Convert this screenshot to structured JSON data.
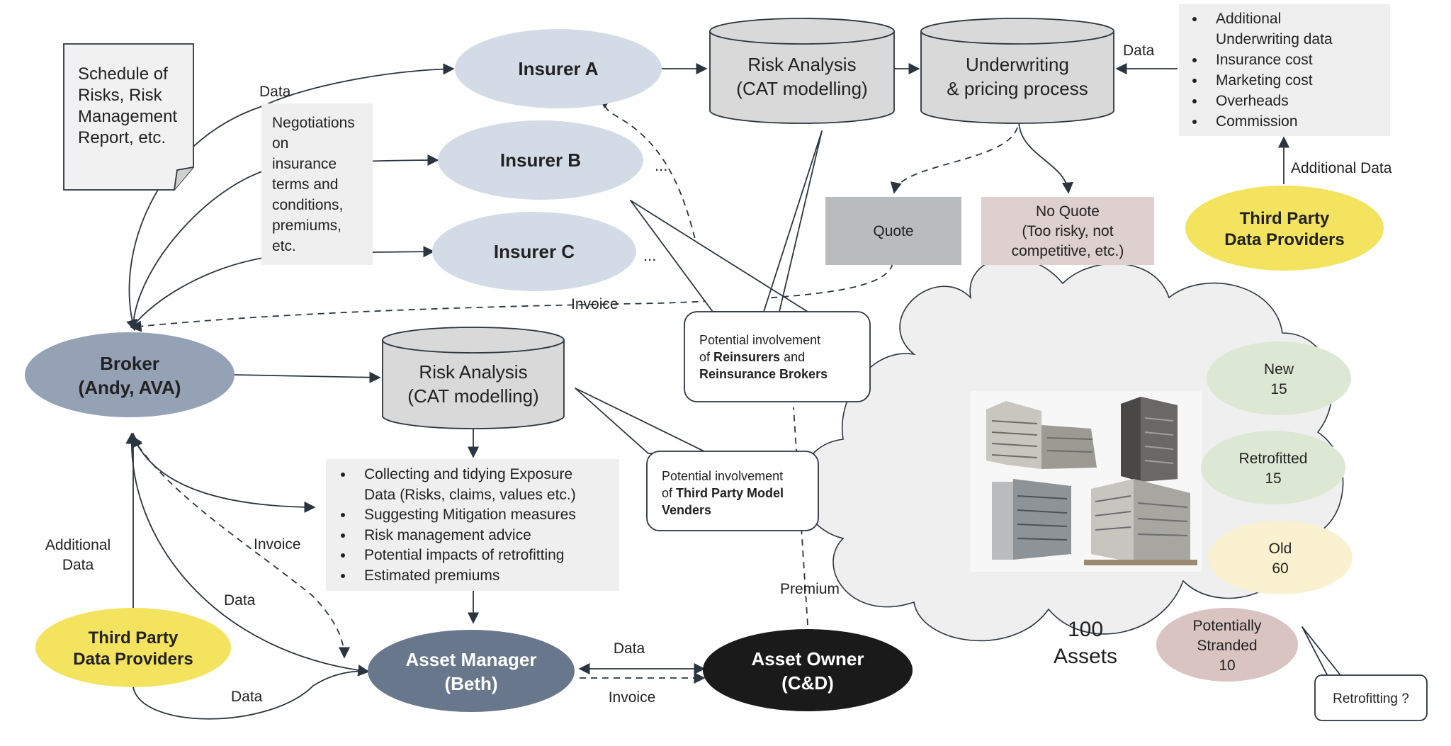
{
  "schedule_doc": [
    "Schedule of",
    "Risks, Risk",
    "Management",
    "Report, etc."
  ],
  "negotiations": [
    "Negotiations",
    "on",
    "insurance",
    "terms and",
    "conditions,",
    "premiums,",
    "etc."
  ],
  "insurers": {
    "a": "Insurer A",
    "b": "Insurer B",
    "c": "Insurer C",
    "ellipsis": "..."
  },
  "risk_analysis_top": [
    "Risk Analysis",
    "(CAT modelling)"
  ],
  "underwriting": [
    "Underwriting",
    "& pricing process"
  ],
  "add_data_list": [
    "Additional",
    "Underwriting data",
    "Insurance cost",
    "Marketing cost",
    "Overheads",
    "Commission"
  ],
  "quote": "Quote",
  "no_quote": [
    "No Quote",
    "(Too risky, not",
    "competitive, etc.)"
  ],
  "tpdp_right": [
    "Third Party",
    "Data Providers"
  ],
  "tpdp_left": [
    "Third Party",
    "Data Providers"
  ],
  "broker": [
    "Broker",
    "(Andy, AVA)"
  ],
  "risk_analysis_mid": [
    "Risk Analysis",
    "(CAT modelling)"
  ],
  "reinsurers_callout": {
    "line1": "Potential involvement",
    "line2_pre": "of ",
    "line2_bold": "Reinsurers",
    "line2_post": " and",
    "line3_bold": "Reinsurance Brokers"
  },
  "model_callout": {
    "line1": "Potential involvement",
    "line2_pre": "of ",
    "line2_bold": "Third Party Model",
    "line3_bold": "Venders"
  },
  "services_list": [
    "Collecting and tidying Exposure",
    "Data (Risks, claims, values etc.)",
    "Suggesting Mitigation measures",
    "Risk management advice",
    "Potential impacts of retrofitting",
    "Estimated premiums"
  ],
  "asset_manager": [
    "Asset Manager",
    "(Beth)"
  ],
  "asset_owner": [
    "Asset Owner",
    "(C&D)"
  ],
  "labels": {
    "data_top": "Data",
    "data_uw": "Data",
    "invoice_mid": "Invoice",
    "additional_data_right": "Additional Data",
    "additional_data_left": [
      "Additional",
      "Data"
    ],
    "invoice_left": "Invoice",
    "data_left": "Data",
    "data_bottom": "Data",
    "data_am_ao": "Data",
    "invoice_am_ao": "Invoice",
    "premium": "Premium"
  },
  "assets": {
    "total": [
      "100",
      "Assets"
    ],
    "new": [
      "New",
      "15"
    ],
    "retrofitted": [
      "Retrofitted",
      "15"
    ],
    "old": [
      "Old",
      "60"
    ],
    "stranded": [
      "Potentially",
      "Stranded",
      "10"
    ],
    "retrofit_q": "Retrofitting ?"
  },
  "colors": {
    "insurer": "#d3dce6",
    "broker": "#95a1b5",
    "asset_manager": "#68778c",
    "asset_owner": "#1a1a1a",
    "yellow": "#f4e35f",
    "gray_box": "#efefef",
    "cylinder": "#d9d9d9",
    "quote": "#b8bcbf",
    "no_quote": "#ddd0ce",
    "new": "#dde8d4",
    "retrofitted": "#dde8d4",
    "old": "#faf1d0",
    "stranded": "#d9c4c2",
    "line": "#2b3540"
  }
}
